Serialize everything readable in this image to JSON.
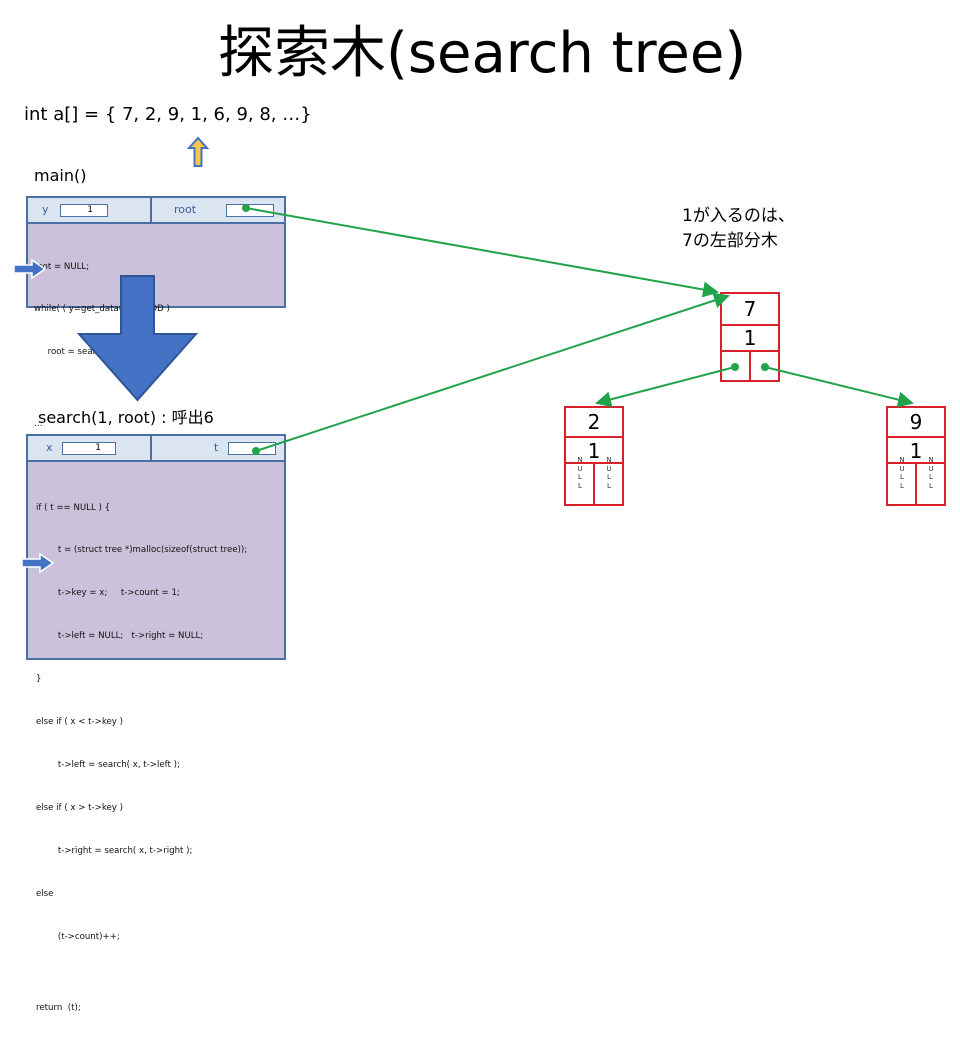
{
  "title": "探索木(search tree)",
  "array_decl": "int a[] = { 7, 2, 9, 1, 6, 9, 8, …}",
  "main_frame": {
    "label": "main()",
    "var_y_name": "y",
    "var_y_value": "1",
    "var_root_name": "root",
    "code_lines": [
      "root = NULL;",
      "while( ( y=get_data() )!= EOD )",
      "     root = search( y, root )",
      "",
      "…"
    ]
  },
  "search_frame": {
    "label": "search(1, root) : 呼出6",
    "var_x_name": "x",
    "var_x_value": "1",
    "var_t_name": "t",
    "code_lines": [
      "if ( t == NULL ) {",
      "        t = (struct tree *)malloc(sizeof(struct tree));",
      "        t->key = x;     t->count = 1;",
      "        t->left = NULL;   t->right = NULL;",
      "}",
      "else if ( x < t->key )",
      "        t->left = search( x, t->left );",
      "else if ( x > t->key )",
      "        t->right = search( x, t->right );",
      "else",
      "        (t->count)++;",
      "",
      "return  (t);"
    ]
  },
  "note_lines": [
    "1が入るのは、",
    "7の左部分木"
  ],
  "tree": {
    "root": {
      "key": "7",
      "count": "1"
    },
    "left": {
      "key": "2",
      "count": "1",
      "left_null": "NULL",
      "right_null": "NULL"
    },
    "right": {
      "key": "9",
      "count": "1",
      "left_null": "NULL",
      "right_null": "NULL"
    }
  },
  "colors": {
    "frame_fill": "#ccc1da",
    "frame_border": "#4a6fa5",
    "header_fill": "#dbe4f1",
    "node_border": "#d9212b",
    "pointer_arrow": "#22a34a",
    "big_arrow": "#4472c4",
    "up_arrow_fill": "#f5c84c"
  }
}
